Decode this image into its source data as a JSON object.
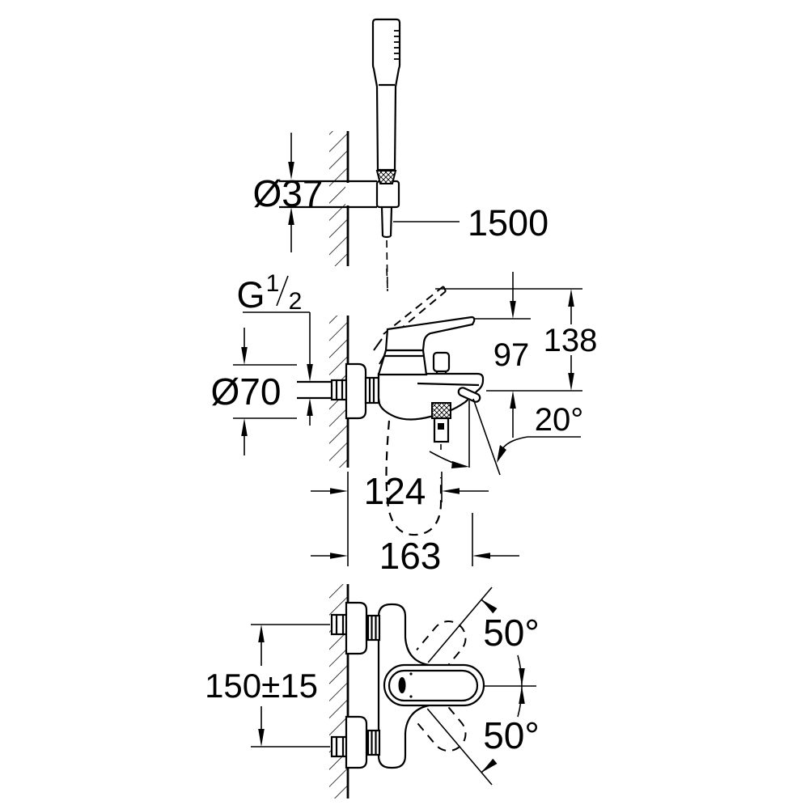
{
  "drawing": {
    "type": "technical-installation-drawing",
    "subject": "wall-mounted single-lever bath/shower mixer with hand shower set",
    "colors": {
      "background": "#ffffff",
      "line": "#000000"
    },
    "views": {
      "hand_shower_detail": {
        "dims": {
          "holder_diameter": "Ø37",
          "hose_length": "1500"
        }
      },
      "side_view": {
        "dims": {
          "thread_prefix": "G",
          "thread_numerator": "1",
          "thread_denominator": "2",
          "flange_diameter": "Ø70",
          "height_spout_to_lever": "97",
          "height_spout_to_lever_raised": "138",
          "spout_angle": "20°",
          "wall_to_shower_outlet": "124",
          "wall_to_spout_tip": "163"
        }
      },
      "plan_view": {
        "dims": {
          "inlet_centre_distance": "150±15",
          "lever_swivel_upper": "50°",
          "lever_swivel_lower": "50°"
        }
      }
    }
  }
}
